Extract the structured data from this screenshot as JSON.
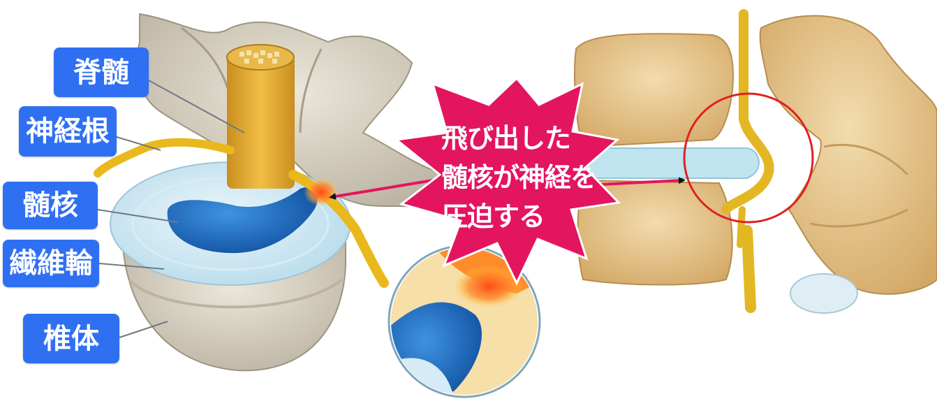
{
  "labels": {
    "spinal_cord": "脊髄",
    "nerve_root": "神経根",
    "nucleus_pulposus": "髄核",
    "annulus_fibrosus": "繊維輪",
    "vertebral_body": "椎体"
  },
  "callout": {
    "lines": [
      "飛び出した",
      "髄核が神経を",
      "圧迫する"
    ]
  },
  "colors": {
    "label_bg": "#2f6ff2",
    "label_text": "#ffffff",
    "burst": "#e3155f",
    "arrow": "#e3155f",
    "highlight_circle": "#e02020",
    "bone": "#e6c489",
    "disc": "#cfe8f4",
    "nucleus": "#1f6fc4",
    "nerve": "#e9b81c"
  }
}
